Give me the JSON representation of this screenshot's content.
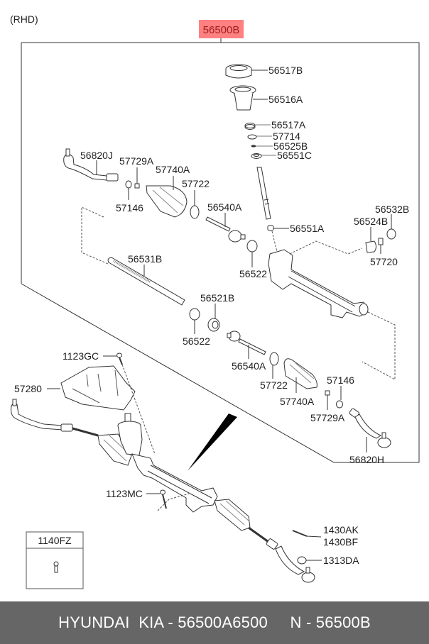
{
  "diagram": {
    "variant_label": "(RHD)",
    "assembly_part": {
      "label": "56500B",
      "highlight_color": "#ff8080",
      "text_color": "#a02020"
    },
    "part_labels": {
      "p56517B": "56517B",
      "p56516A": "56516A",
      "p56517A": "56517A",
      "p57714": "57714",
      "p56525B": "56525B",
      "p56551C": "56551C",
      "p56820J": "56820J",
      "p57729A_left": "57729A",
      "p57740A_left": "57740A",
      "p57722_left": "57722",
      "p57146_left": "57146",
      "p56540A_upper": "56540A",
      "p56551A": "56551A",
      "p56532B": "56532B",
      "p56524B": "56524B",
      "p57720": "57720",
      "p56531B": "56531B",
      "p56522_upper": "56522",
      "p56521B": "56521B",
      "p56522_lower": "56522",
      "p56540A_lower": "56540A",
      "p57722_right": "57722",
      "p57740A_right": "57740A",
      "p57146_right": "57146",
      "p57729A_right": "57729A",
      "p56820H": "56820H",
      "p1123GC": "1123GC",
      "p57280": "57280",
      "p1123MC": "1123MC",
      "p1430AK": "1430AK",
      "p1430BF": "1430BF",
      "p1313DA": "1313DA"
    },
    "inset_box": {
      "label": "1140FZ"
    }
  },
  "footer": {
    "text": "HYUNDAI  KIA - 56500A6500     N - 56500B",
    "background": "#666666",
    "text_color": "#ffffff"
  }
}
